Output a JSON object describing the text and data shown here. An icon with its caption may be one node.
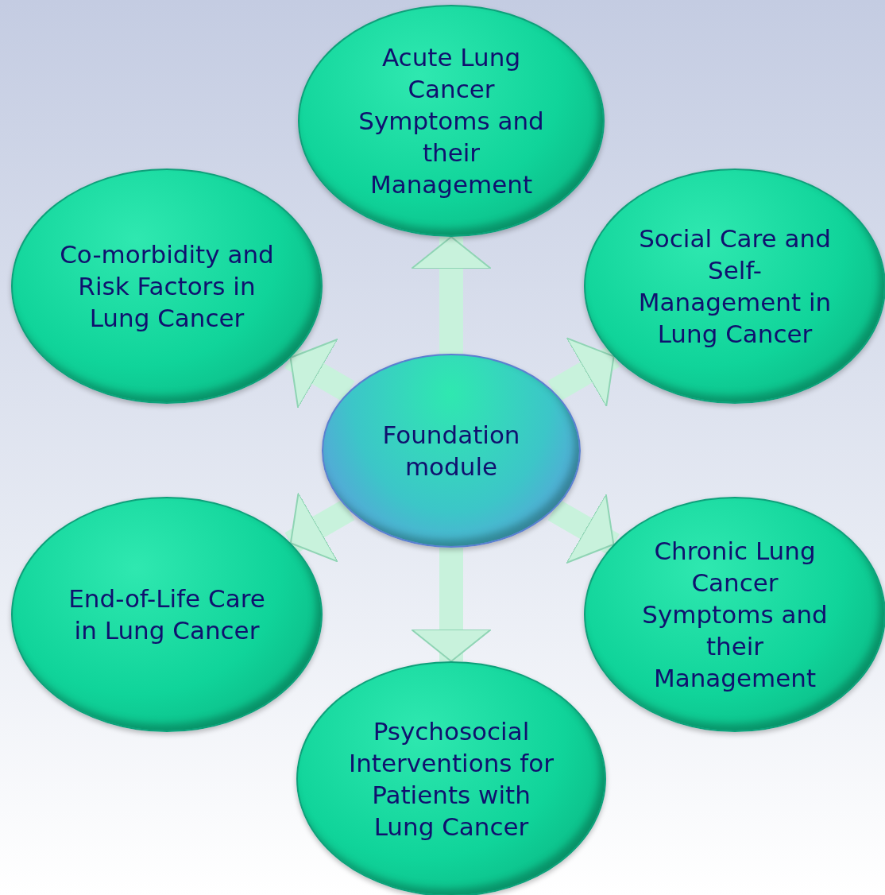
{
  "diagram": {
    "nodes": [
      {
        "text": [
          "Acute Lung Cancer Symptoms and their Management"
        ]
      },
      {
        "text": [
          "Co-morbidity and Risk Factors in Lung Cancer"
        ]
      },
      {
        "text": [
          "Social Care and Self-Management in Lung Cancer"
        ]
      },
      {
        "text": [
          "Foundation module"
        ]
      },
      {
        "text": [
          "End-of-Life Care in Lung Cancer"
        ]
      },
      {
        "text": [
          "Chronic Lung Cancer Symptoms and their Management"
        ]
      },
      {
        "text": [
          "Psychosocial Interventions for Patients with Lung Cancer"
        ]
      }
    ],
    "edges": [
      {
        "from": 3,
        "to": 0,
        "arrow": "to"
      },
      {
        "from": 3,
        "to": 1,
        "arrow": "to"
      },
      {
        "from": 3,
        "to": 2,
        "arrow": "to"
      },
      {
        "from": 3,
        "to": 4,
        "arrow": "to"
      },
      {
        "from": 3,
        "to": 5,
        "arrow": "to"
      },
      {
        "from": 3,
        "to": 6,
        "arrow": "to"
      }
    ]
  }
}
